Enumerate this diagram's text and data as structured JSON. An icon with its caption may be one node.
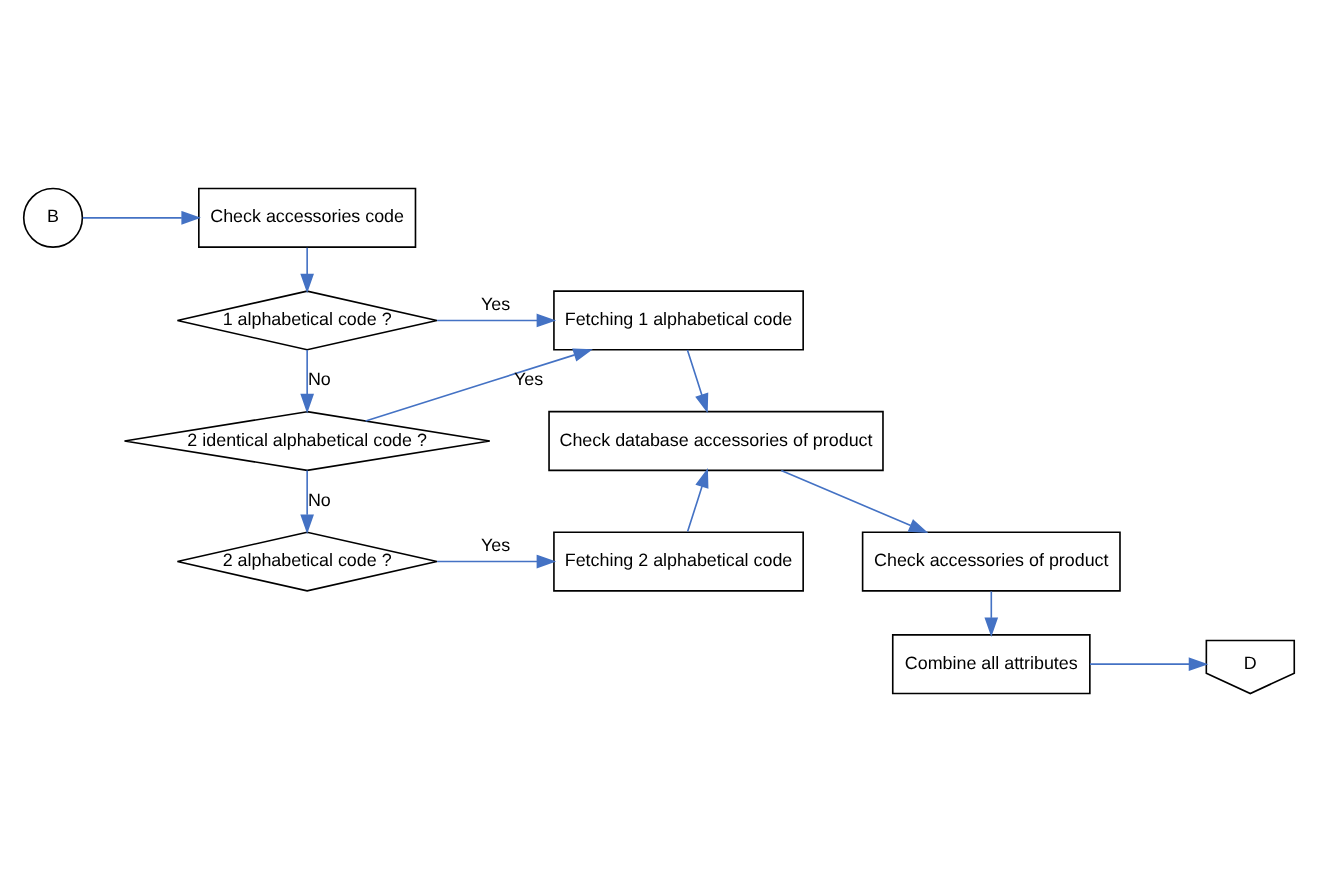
{
  "diagram": {
    "nodes": [
      {
        "text": [
          "B"
        ]
      },
      {
        "text": [
          "Check accessories code"
        ]
      },
      {
        "text": [
          "1 alphabetical code ?"
        ]
      },
      {
        "text": [
          "Fetching 1 alphabetical code"
        ]
      },
      {
        "text": [
          "2 identical alphabetical code ?"
        ]
      },
      {
        "text": [
          "2 alphabetical code ?"
        ]
      },
      {
        "text": [
          "Fetching 2 alphabetical code"
        ]
      },
      {
        "text": [
          "Check database accessories of product"
        ]
      },
      {
        "text": [
          "Check accessories of product"
        ]
      },
      {
        "text": [
          "Combine all attributes"
        ]
      },
      {
        "text": [
          "D"
        ]
      }
    ],
    "edges": [
      {
        "from": 0,
        "to": 1,
        "arrow": "to"
      },
      {
        "from": 1,
        "to": 2,
        "arrow": "to"
      },
      {
        "from": 2,
        "to": 3,
        "label": "Yes",
        "arrow": "to"
      },
      {
        "from": 2,
        "to": 4,
        "label": "No",
        "arrow": "to"
      },
      {
        "from": 4,
        "to": 3,
        "label": "Yes",
        "arrow": "to"
      },
      {
        "from": 4,
        "to": 5,
        "label": "No",
        "arrow": "to"
      },
      {
        "from": 5,
        "to": 6,
        "label": "Yes",
        "arrow": "to"
      },
      {
        "from": 3,
        "to": 7,
        "arrow": "to"
      },
      {
        "from": 6,
        "to": 7,
        "arrow": "to"
      },
      {
        "from": 7,
        "to": 8,
        "arrow": "to"
      },
      {
        "from": 8,
        "to": 9,
        "arrow": "to"
      },
      {
        "from": 9,
        "to": 10,
        "arrow": "to"
      }
    ]
  }
}
